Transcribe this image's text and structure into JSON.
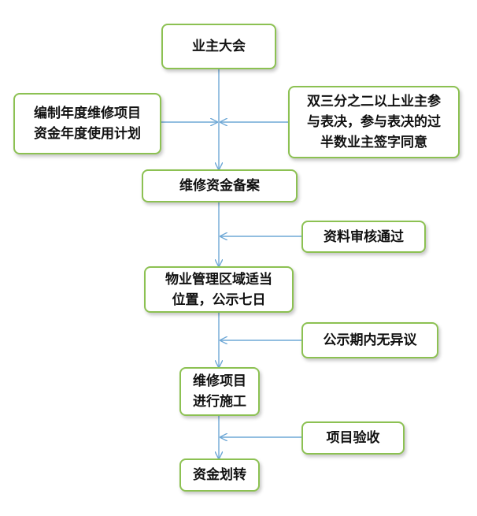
{
  "nodes": {
    "owners_meeting": "业主大会",
    "annual_plan": "编制年度维修项目\n资金年度使用计划",
    "vote_condition": "双三分之二以上业主参\n与表决，参与表决的过\n半数业主签字同意",
    "fund_filing": "维修资金备案",
    "review_passed": "资料审核通过",
    "public_notice": "物业管理区域适当\n位置，公示七日",
    "no_objection": "公示期内无异议",
    "construction": "维修项目\n进行施工",
    "acceptance": "项目验收",
    "fund_transfer": "资金划转"
  },
  "colors": {
    "box_border": "#8cc152",
    "connector": "#6fa8d6",
    "text": "#111111"
  }
}
